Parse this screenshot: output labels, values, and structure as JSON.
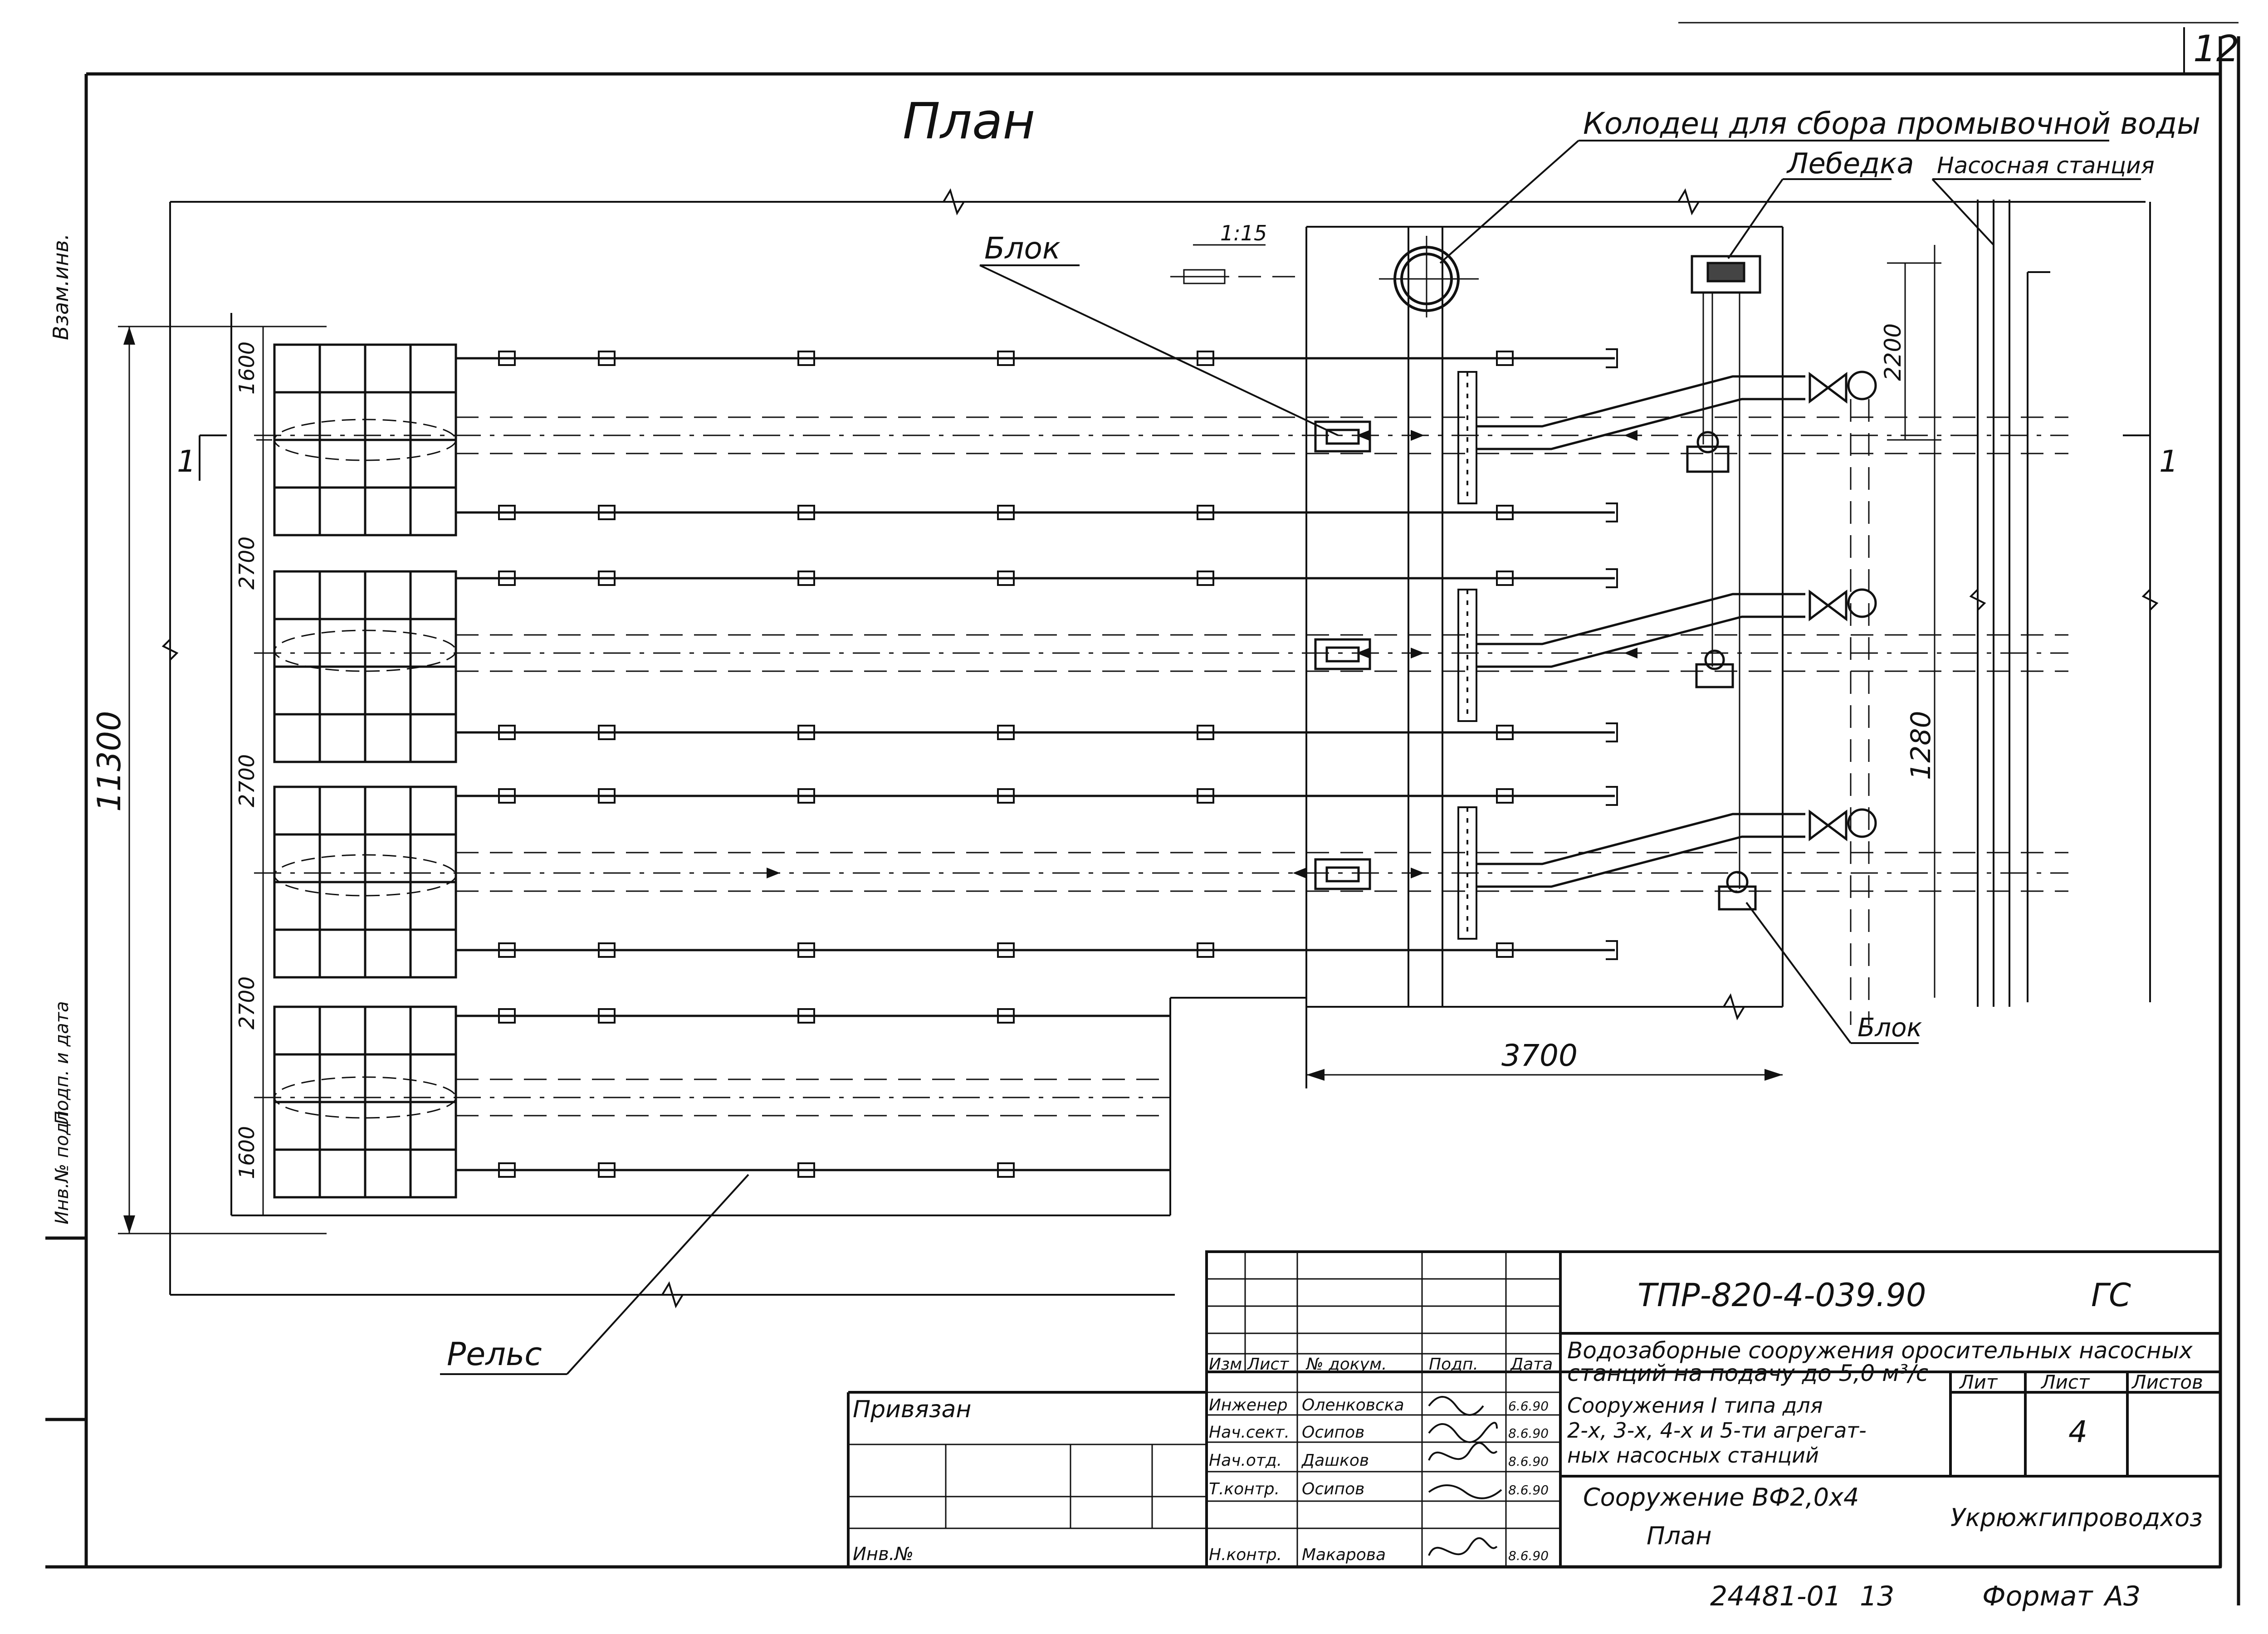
{
  "sheet_number": "12",
  "plan_title": "План",
  "labels": {
    "well": "Колодец для сбора промывочной воды",
    "winch": "Лебедка",
    "pump_station": "Насосная станция",
    "block_top": "Блок",
    "block_bottom": "Блок",
    "rail": "Рельс",
    "slope": "1:15",
    "section_mark": "1"
  },
  "dimensions": {
    "overall": "11300",
    "left_1": "1600",
    "left_2": "2700",
    "left_3": "2700",
    "left_4": "2700",
    "left_5": "1600",
    "width": "3700",
    "pipe_2200": "2200",
    "pipe_1280": "1280"
  },
  "margin_left": {
    "vertical_1": "Взам.инв.",
    "vertical_2": "Подп. и дата",
    "vertical_3": "Инв.№ подл."
  },
  "title_block": {
    "code": "ТПР-820-4-039.90",
    "stage": "ГС",
    "project_title_1": "Водозаборные сооружения оросительных насосных",
    "project_title_2": "станций на подачу до 5,0 м³/с",
    "sheet_title_1": "Сооружения I типа для",
    "sheet_title_2": "2-х, 3-х, 4-х и 5-ти агрегат-",
    "sheet_title_3": "ных насосных станций",
    "drawing_title_1": "Сооружение ВФ2,0х4",
    "drawing_title_2": "План",
    "organization": "Укрюжгипроводхоз",
    "sheet_no": "4",
    "headers": {
      "izm": "Изм",
      "list": "Лист",
      "doc": "№ докум.",
      "sign": "Подп.",
      "date": "Дата",
      "lit": "Лит",
      "sheet": "Лист",
      "sheets": "Листов"
    },
    "signatories": [
      {
        "role": "Инженер",
        "name": "Оленковска",
        "date": "6.6.90"
      },
      {
        "role": "Нач.сект.",
        "name": "Осипов",
        "date": "8.6.90"
      },
      {
        "role": "Нач.отд.",
        "name": "Дашков",
        "date": "8.6.90"
      },
      {
        "role": "Т.контр.",
        "name": "Осипов",
        "date": "8.6.90"
      },
      {
        "role": "Н.контр.",
        "name": "Макарова",
        "date": "8.6.90"
      }
    ],
    "privyazan": "Привязан",
    "inv": "Инв.№",
    "archive_no": "24481-01",
    "archive_sheet": "13",
    "format_label": "Формат",
    "format_value": "А3"
  }
}
